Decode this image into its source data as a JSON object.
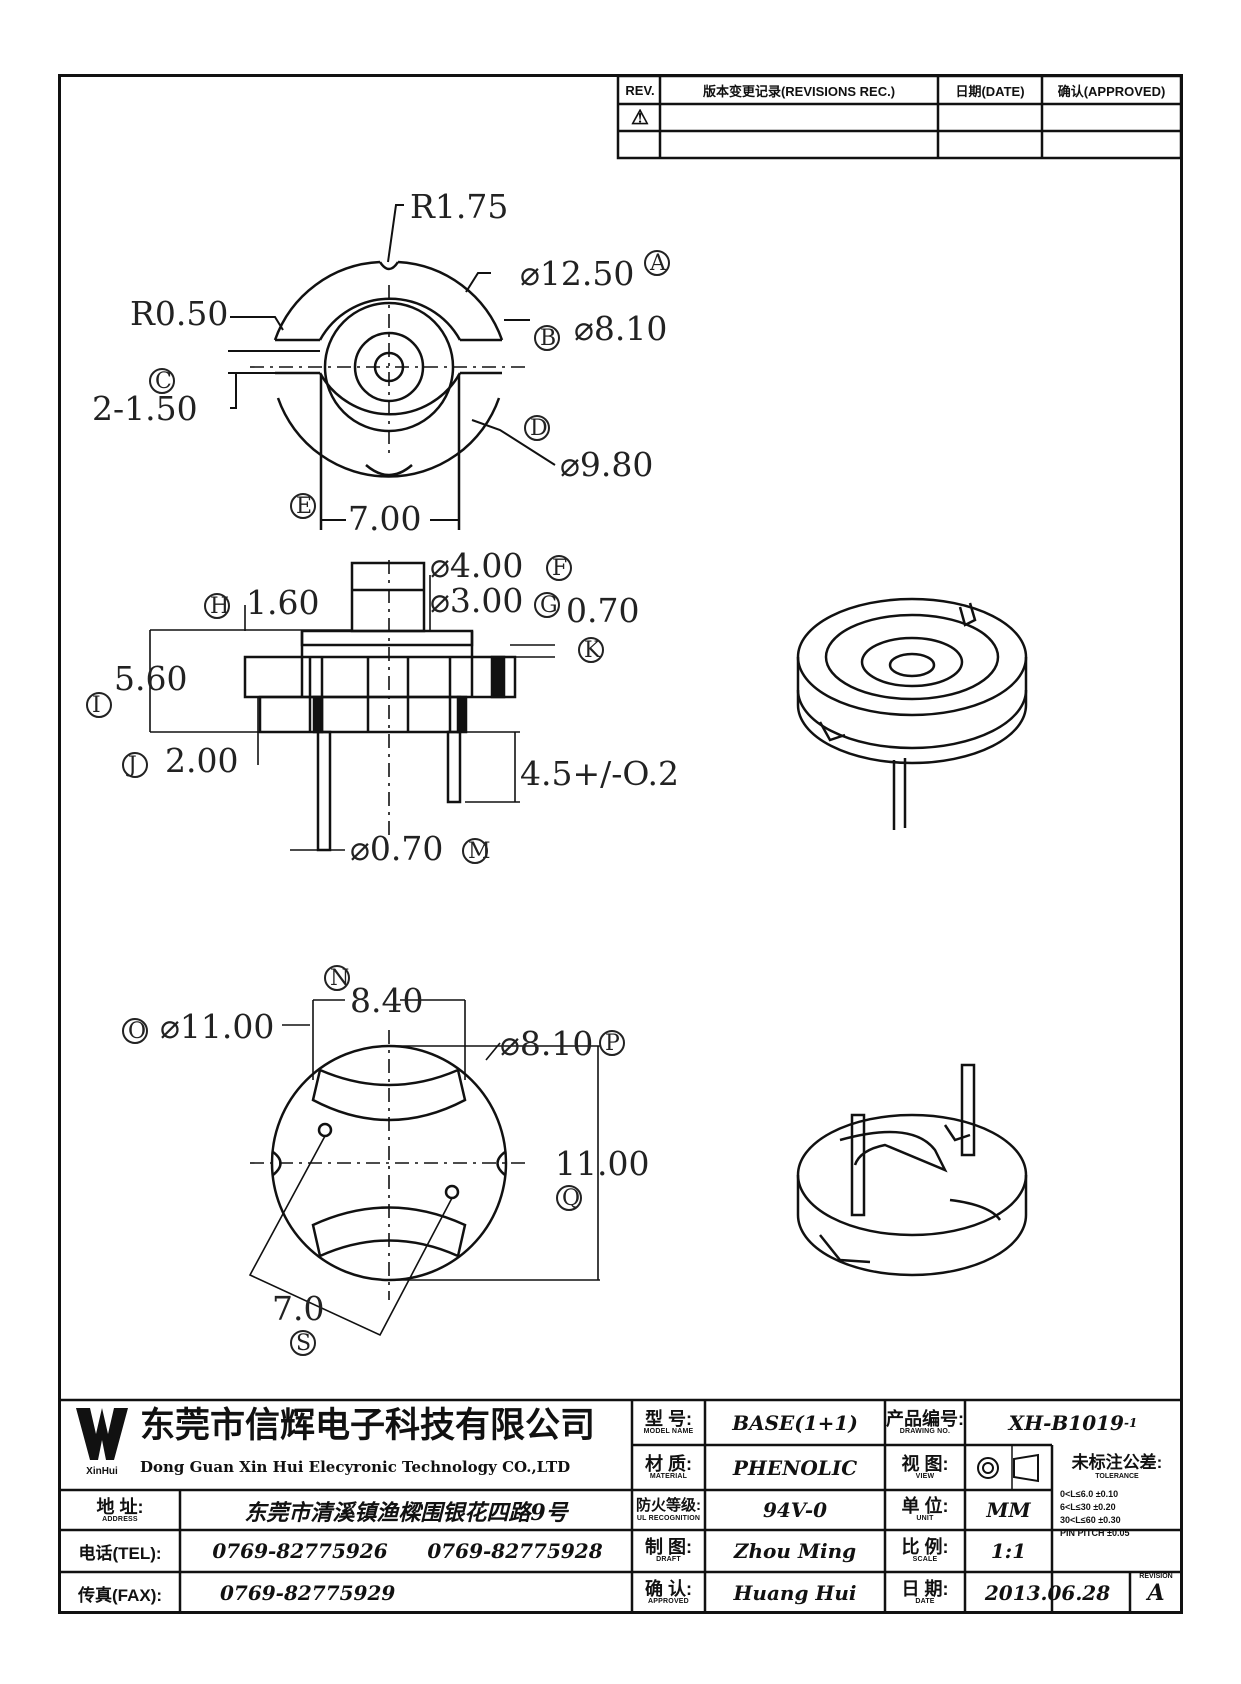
{
  "revision_table": {
    "headers": [
      "REV.",
      "版本变更记录(REVISIONS REC.)",
      "日期(DATE)",
      "确认(APPROVED)"
    ],
    "rev_symbol": "⚠"
  },
  "dimensions": {
    "top": {
      "r175": "R1.75",
      "d1250": "⌀12.50",
      "tagA": "A",
      "r050": "R0.50",
      "d810": "⌀8.10",
      "tagB": "B",
      "tagC": "C",
      "w150": "2-1.50",
      "tagD": "D",
      "d980": "⌀9.80",
      "tagE": "E",
      "w700": "7.00"
    },
    "side": {
      "d400": "⌀4.00",
      "tagF": "F",
      "tagH": "H",
      "h160": "1.60",
      "d300": "⌀3.00",
      "tagG": "G",
      "h070": "0.70",
      "tagK": "K",
      "tagI": "I",
      "h560": "5.60",
      "tagJ": "J",
      "h200": "2.00",
      "pin": "4.5+/-O.2",
      "pind": "⌀0.70",
      "tagM": "M"
    },
    "bottom": {
      "tagN": "N",
      "w840": "8.40",
      "tagO": "O",
      "d1100": "⌀11.00",
      "d810": "⌀8.10",
      "tagP": "P",
      "h1100": "11.00",
      "tagQ": "Q",
      "p70": "7.0",
      "tagS": "S"
    }
  },
  "title_block": {
    "company_cn": "东莞市信辉电子科技有限公司",
    "company_en": "Dong Guan Xin Hui Elecyronic Technology CO.,LTD",
    "logo_caption": "XinHui",
    "address_label": "地 址:",
    "address_label_en": "ADDRESS",
    "address": "东莞市清溪镇渔樑围银花四路9号",
    "tel_label": "电话(TEL):",
    "tel1": "0769-82775926",
    "tel2": "0769-82775928",
    "fax_label": "传真(FAX):",
    "fax": "0769-82775929",
    "type_label": "型 号:",
    "type_label_en": "MODEL NAME",
    "type_value": "BASE(1+1)",
    "material_label": "材 质:",
    "material_label_en": "MATERIAL",
    "material_value": "PHENOLIC",
    "fire_label": "防火等级:",
    "fire_label_en": "UL RECOGNITION",
    "fire_value": "94V-0",
    "drawn_label": "制 图:",
    "drawn_label_en": "DRAFT",
    "drawn_value": "Zhou Ming",
    "confirm_label": "确 认:",
    "confirm_label_en": "APPROVED",
    "confirm_value": "Huang Hui",
    "product_label": "产品编号:",
    "product_label_en": "DRAWING NO.",
    "product_value": "XH-B1019",
    "product_suffix": "-1",
    "view_label": "视 图:",
    "view_label_en": "VIEW",
    "unit_label": "单 位:",
    "unit_label_en": "UNIT",
    "unit_value": "MM",
    "scale_label": "比 例:",
    "scale_label_en": "SCALE",
    "scale_value": "1:1",
    "date_label": "日 期:",
    "date_label_en": "DATE",
    "date_value": "2013.06.28",
    "tolerance_title": "未标注公差:",
    "tolerance_sub": "TOLERANCE",
    "tolerance_rows": [
      "0<L≤6.0 ±0.10",
      "6<L≤30 ±0.20",
      "30<L≤60 ±0.30",
      "PIN PITCH ±0.05"
    ],
    "rev_label": "REVISION",
    "rev_value": "A"
  }
}
